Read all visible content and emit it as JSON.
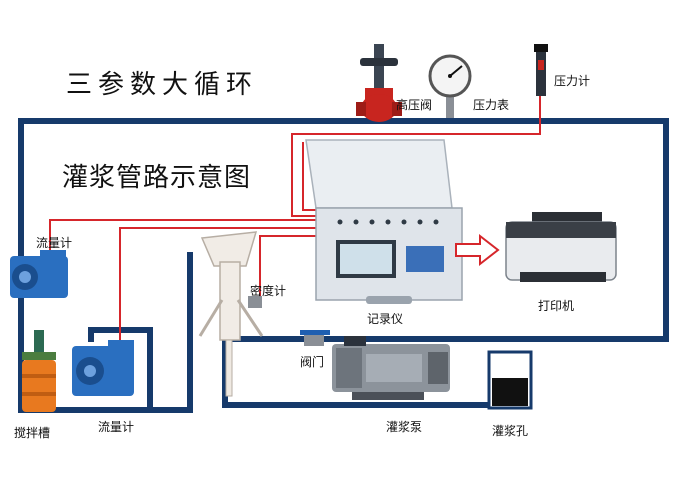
{
  "title": "三参数大循环",
  "subtitle": "灌浆管路示意图",
  "labels": {
    "high_pressure_valve": "高压阀",
    "pressure_gauge": "压力表",
    "pressure_meter": "压力计",
    "flow_meter_top": "流量计",
    "flow_meter_bottom": "流量计",
    "density_meter": "密度计",
    "recorder": "记录仪",
    "printer": "打印机",
    "valve": "阀门",
    "mixing_tank": "搅拌槽",
    "grout_pump": "灌浆泵",
    "grout_hole": "灌浆孔"
  },
  "colors": {
    "pipe": "#163a6b",
    "signal": "#d6262b",
    "flow_meter": "#2a6fc0",
    "valve": "#c8251f",
    "tank": "#e8791f"
  }
}
